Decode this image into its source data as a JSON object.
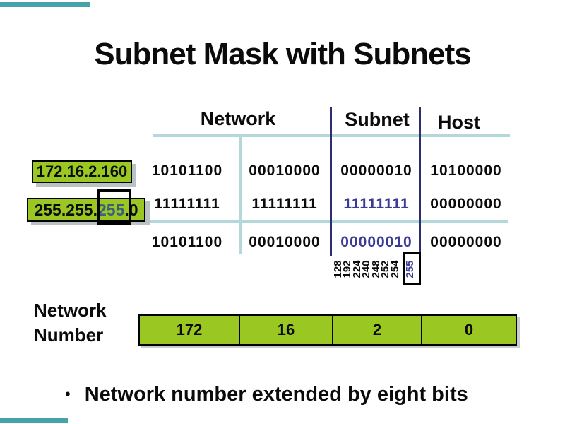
{
  "title": "Subnet Mask with Subnets",
  "colors": {
    "green": "#9bc722",
    "teal_line": "#b2d8da",
    "teal_accent": "#47a3aa",
    "navy_line": "#2e2e6e",
    "purple_text": "#3b3b96",
    "steel_text": "#3c607c"
  },
  "ip_box": {
    "value": "172.16.2.160"
  },
  "mask_box": {
    "prefix": "255.255.",
    "highlight": "255",
    "suffix": ".0"
  },
  "table": {
    "headers": [
      "Network",
      "Subnet",
      "Host"
    ],
    "rows": [
      {
        "octets": [
          "10101100",
          "00010000",
          "00000010",
          "10100000"
        ]
      },
      {
        "octets": [
          "11111111",
          "11111111",
          "11111111",
          "00000000"
        ]
      },
      {
        "octets": [
          "10101100",
          "00010000",
          "00000010",
          "00000000"
        ]
      }
    ],
    "subnet_scale": [
      "128",
      "192",
      "224",
      "240",
      "248",
      "252",
      "254",
      "255"
    ]
  },
  "network_number": {
    "label_line1": "Network",
    "label_line2": "Number",
    "cells": [
      "172",
      "16",
      "2",
      "0"
    ]
  },
  "bullet": {
    "marker": "•",
    "text": "Network number extended by eight bits"
  }
}
